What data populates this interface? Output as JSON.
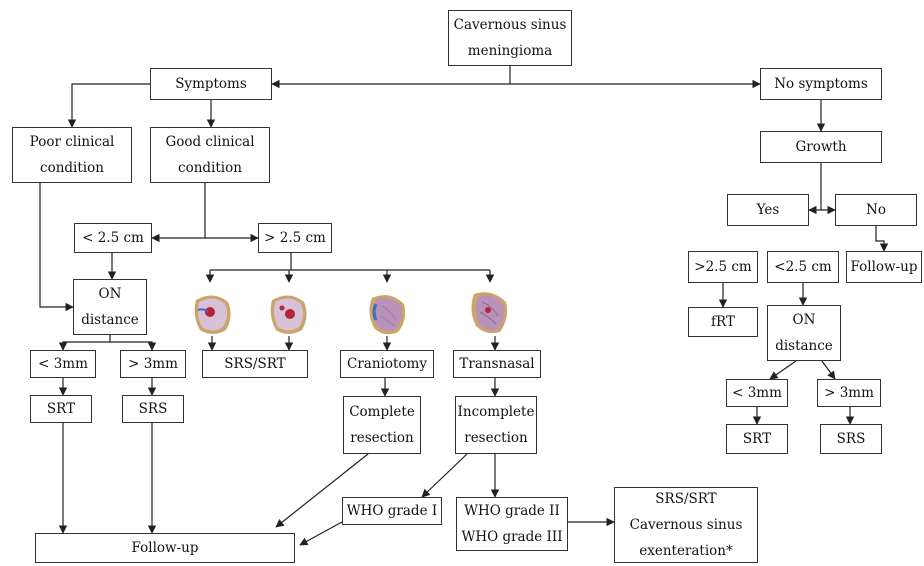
{
  "nodes": {
    "root": "Cavernous sinus\nmeningioma",
    "symptoms": "Symptoms",
    "no_symptoms": "No symptoms",
    "poor": "Poor clinical\ncondition",
    "good": "Good clinical\ncondition",
    "lt25_left": "< 2.5 cm",
    "gt25_left": "> 2.5 cm",
    "on_left": "ON\ndistance",
    "lt3_left": "< 3mm",
    "gt3_left": "> 3mm",
    "srt_left": "SRT",
    "srs_left": "SRS",
    "srs_srt": "SRS/SRT",
    "craniotomy": "Craniotomy",
    "transnasal": "Transnasal",
    "complete": "Complete\nresection",
    "incomplete": "Incomplete\nresection",
    "who1": "WHO grade I",
    "who23": "WHO grade II\nWHO grade III",
    "srs_exent": "SRS/SRT\nCavernous sinus\nexenteration*",
    "followup_left": "Follow-up",
    "growth": "Growth",
    "yes": "Yes",
    "no": "No",
    "followup_right": "Follow-up",
    "gt25_right": ">2.5 cm",
    "lt25_right": "<2.5 cm",
    "frt": "fRT",
    "on_right": "ON\ndistance",
    "lt3_right": "< 3mm",
    "gt3_right": "> 3mm",
    "srt_right": "SRT",
    "srs_right": "SRS"
  },
  "colors": {
    "line": "#222222",
    "brain_fill": "#c9a6c8",
    "brain_tumor": "#b3243a",
    "brain_nerve": "#3a6fc4",
    "brain_outline": "#caa46a"
  },
  "icons": [
    "brain-illustration-1",
    "brain-illustration-2",
    "brain-illustration-3",
    "brain-illustration-4"
  ]
}
